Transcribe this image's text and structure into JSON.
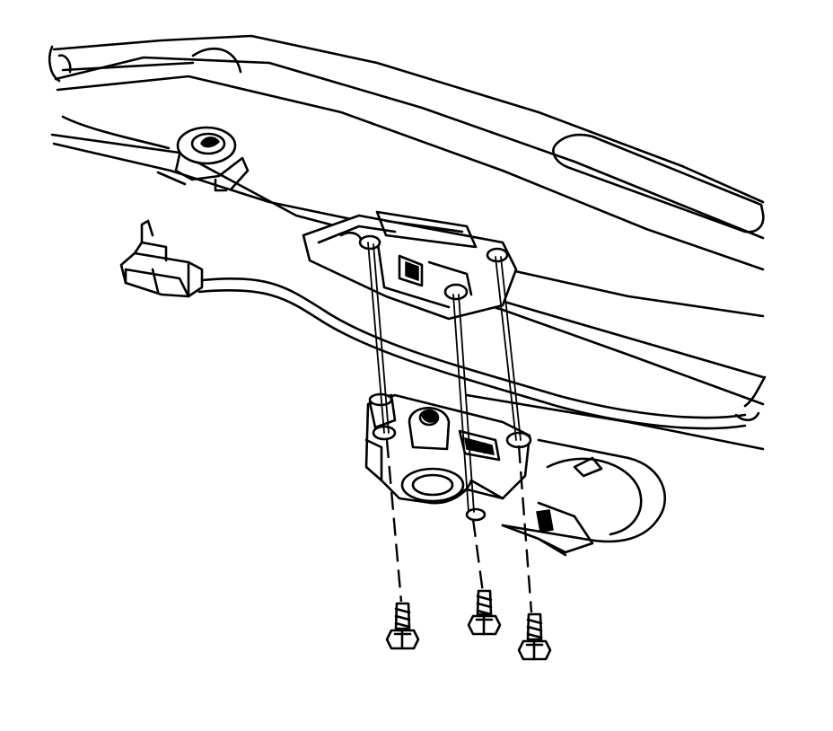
{
  "diagram": {
    "line_color": "#000000",
    "background_color": "#ffffff",
    "parts": [
      "instrument-panel-carrier",
      "sensor-module",
      "electrical-connector",
      "wiring-harness",
      "bolts"
    ],
    "bolt_count": 3
  }
}
